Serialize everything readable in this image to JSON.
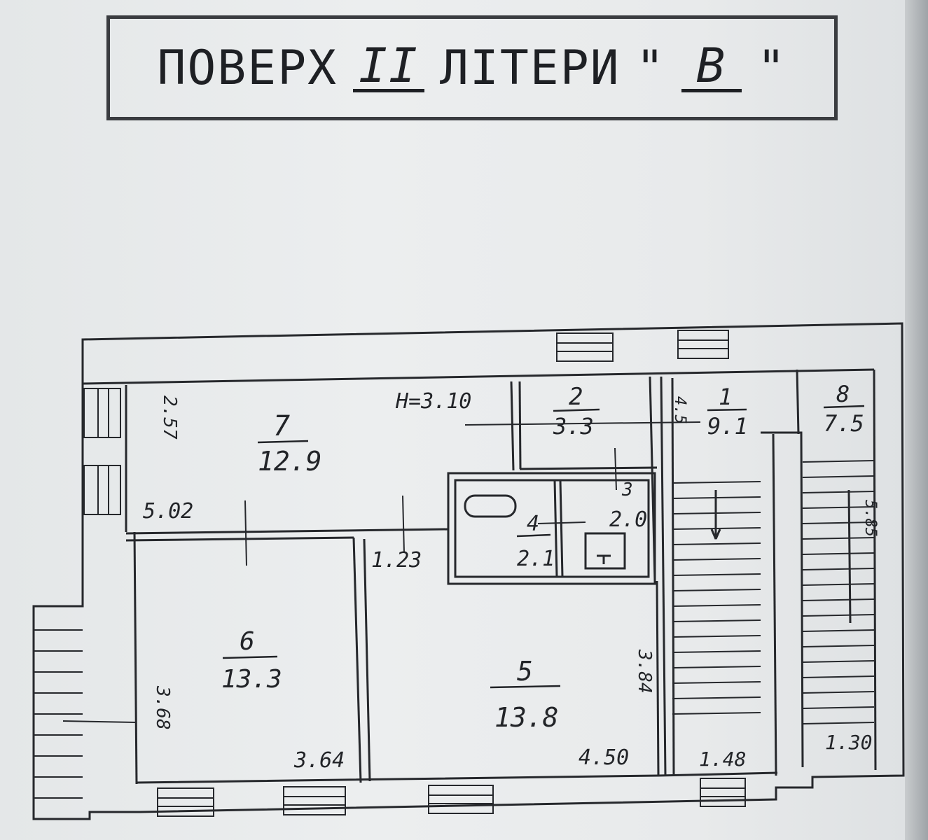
{
  "header": {
    "floor_word": "ПОВЕРХ",
    "floor_number": "II",
    "letter_word": "ЛІТЕРИ",
    "quote_open": "\"",
    "building_letter": "В",
    "quote_close": "\""
  },
  "ceiling_height": "Н=3.10",
  "rooms": [
    {
      "number": "1",
      "area": "9.1"
    },
    {
      "number": "2",
      "area": "3.3"
    },
    {
      "number": "3",
      "area": "2.0"
    },
    {
      "number": "4",
      "area": "2.1"
    },
    {
      "number": "5",
      "area": "13.8"
    },
    {
      "number": "6",
      "area": "13.3"
    },
    {
      "number": "7",
      "area": "12.9"
    },
    {
      "number": "8",
      "area": "7.5"
    }
  ],
  "dimensions": {
    "room7_width": "5.02",
    "room7_depth": "2.57",
    "corridor_width": "1.23",
    "room6_width": "3.64",
    "room6_depth": "3.68",
    "room5_width": "4.50",
    "room5_depth": "3.84",
    "stair1_width": "1.48",
    "stair8_width": "1.30",
    "stair8_depth": "5.85",
    "room1_depth": "4.5"
  },
  "colors": {
    "ink": "#222428",
    "paper": "#e9ebec"
  }
}
